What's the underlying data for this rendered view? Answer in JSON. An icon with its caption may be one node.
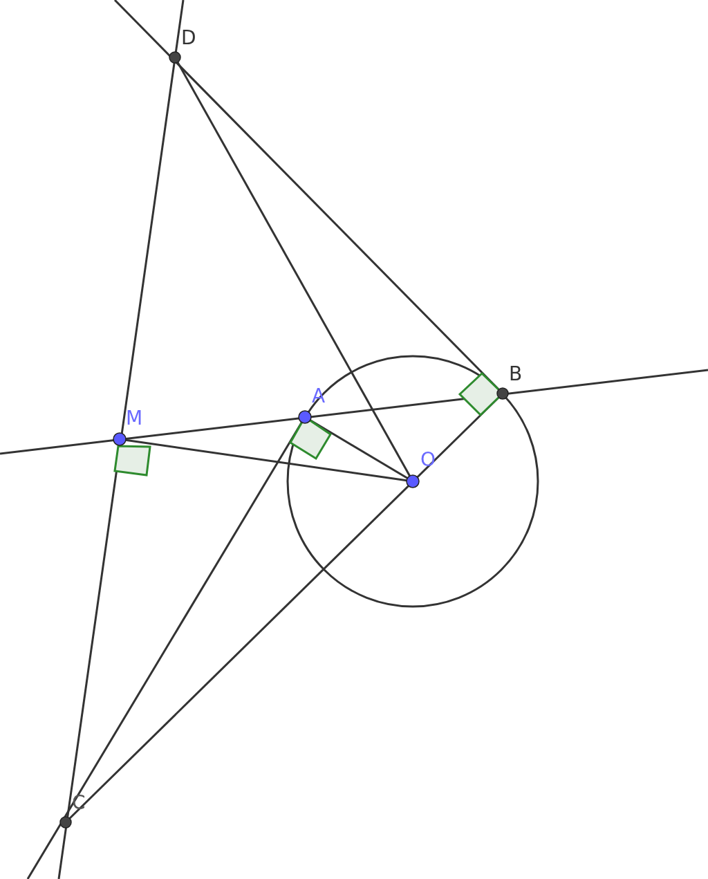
{
  "diagram": {
    "labels": [
      "D",
      "B",
      "A",
      "M",
      "O",
      "C"
    ]
  }
}
